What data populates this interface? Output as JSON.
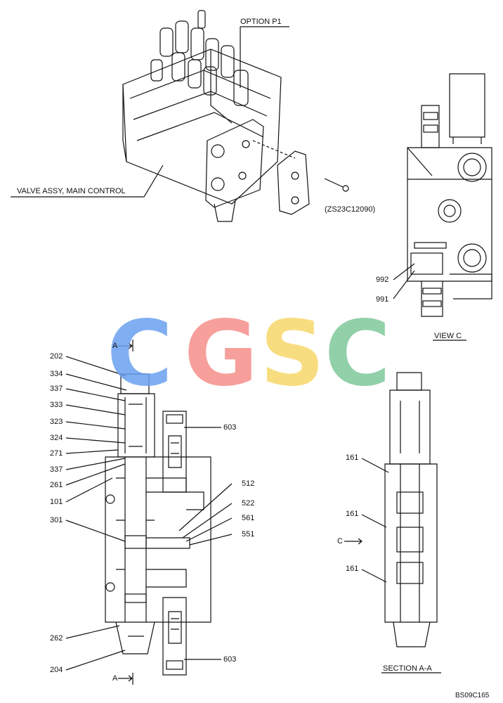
{
  "labels": {
    "option_p1": "OPTION  P1",
    "valve_assy": "VALVE ASSY, MAIN CONTROL",
    "bolt_part": "(ZS23C12090)",
    "part_992": "992",
    "part_991": "991",
    "view_c": "VIEW  C",
    "section_a_top": "A",
    "section_a_bottom": "A",
    "c_arrow": "C",
    "section_aa": "SECTION  A-A",
    "figure_code": "BS09C165"
  },
  "left_callouts": [
    "202",
    "334",
    "337",
    "333",
    "323",
    "324",
    "271",
    "337",
    "261",
    "101",
    "301",
    "262",
    "204"
  ],
  "right_callouts": [
    "603",
    "512",
    "522",
    "561",
    "551",
    "603"
  ],
  "section_callouts": [
    "161",
    "161",
    "161"
  ],
  "watermark": {
    "letters": [
      "C",
      "G",
      "S",
      "C"
    ],
    "colors": [
      "#6aa0f0",
      "#f58f8a",
      "#f7d86a",
      "#7ec89a"
    ]
  }
}
